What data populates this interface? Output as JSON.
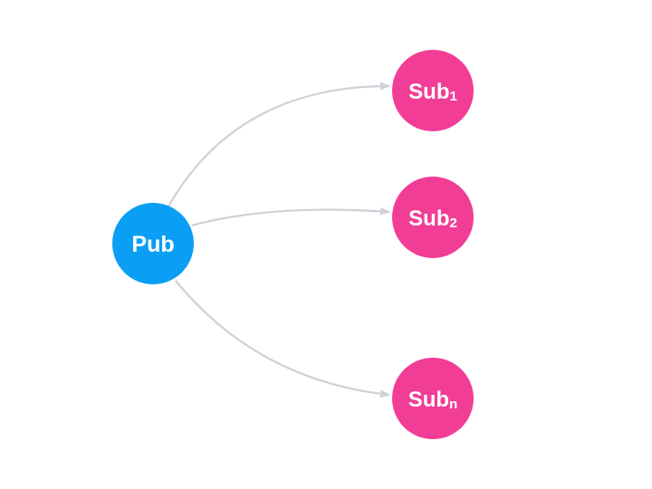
{
  "colors": {
    "publisher": "#0a9ff5",
    "subscriber": "#f23d96",
    "edge": "#cfd0d8"
  },
  "nodes": {
    "pub": {
      "label": "Pub"
    },
    "subs": [
      {
        "base": "Sub",
        "subscript": "1"
      },
      {
        "base": "Sub",
        "subscript": "2"
      },
      {
        "base": "Sub",
        "subscript": "n"
      }
    ]
  }
}
